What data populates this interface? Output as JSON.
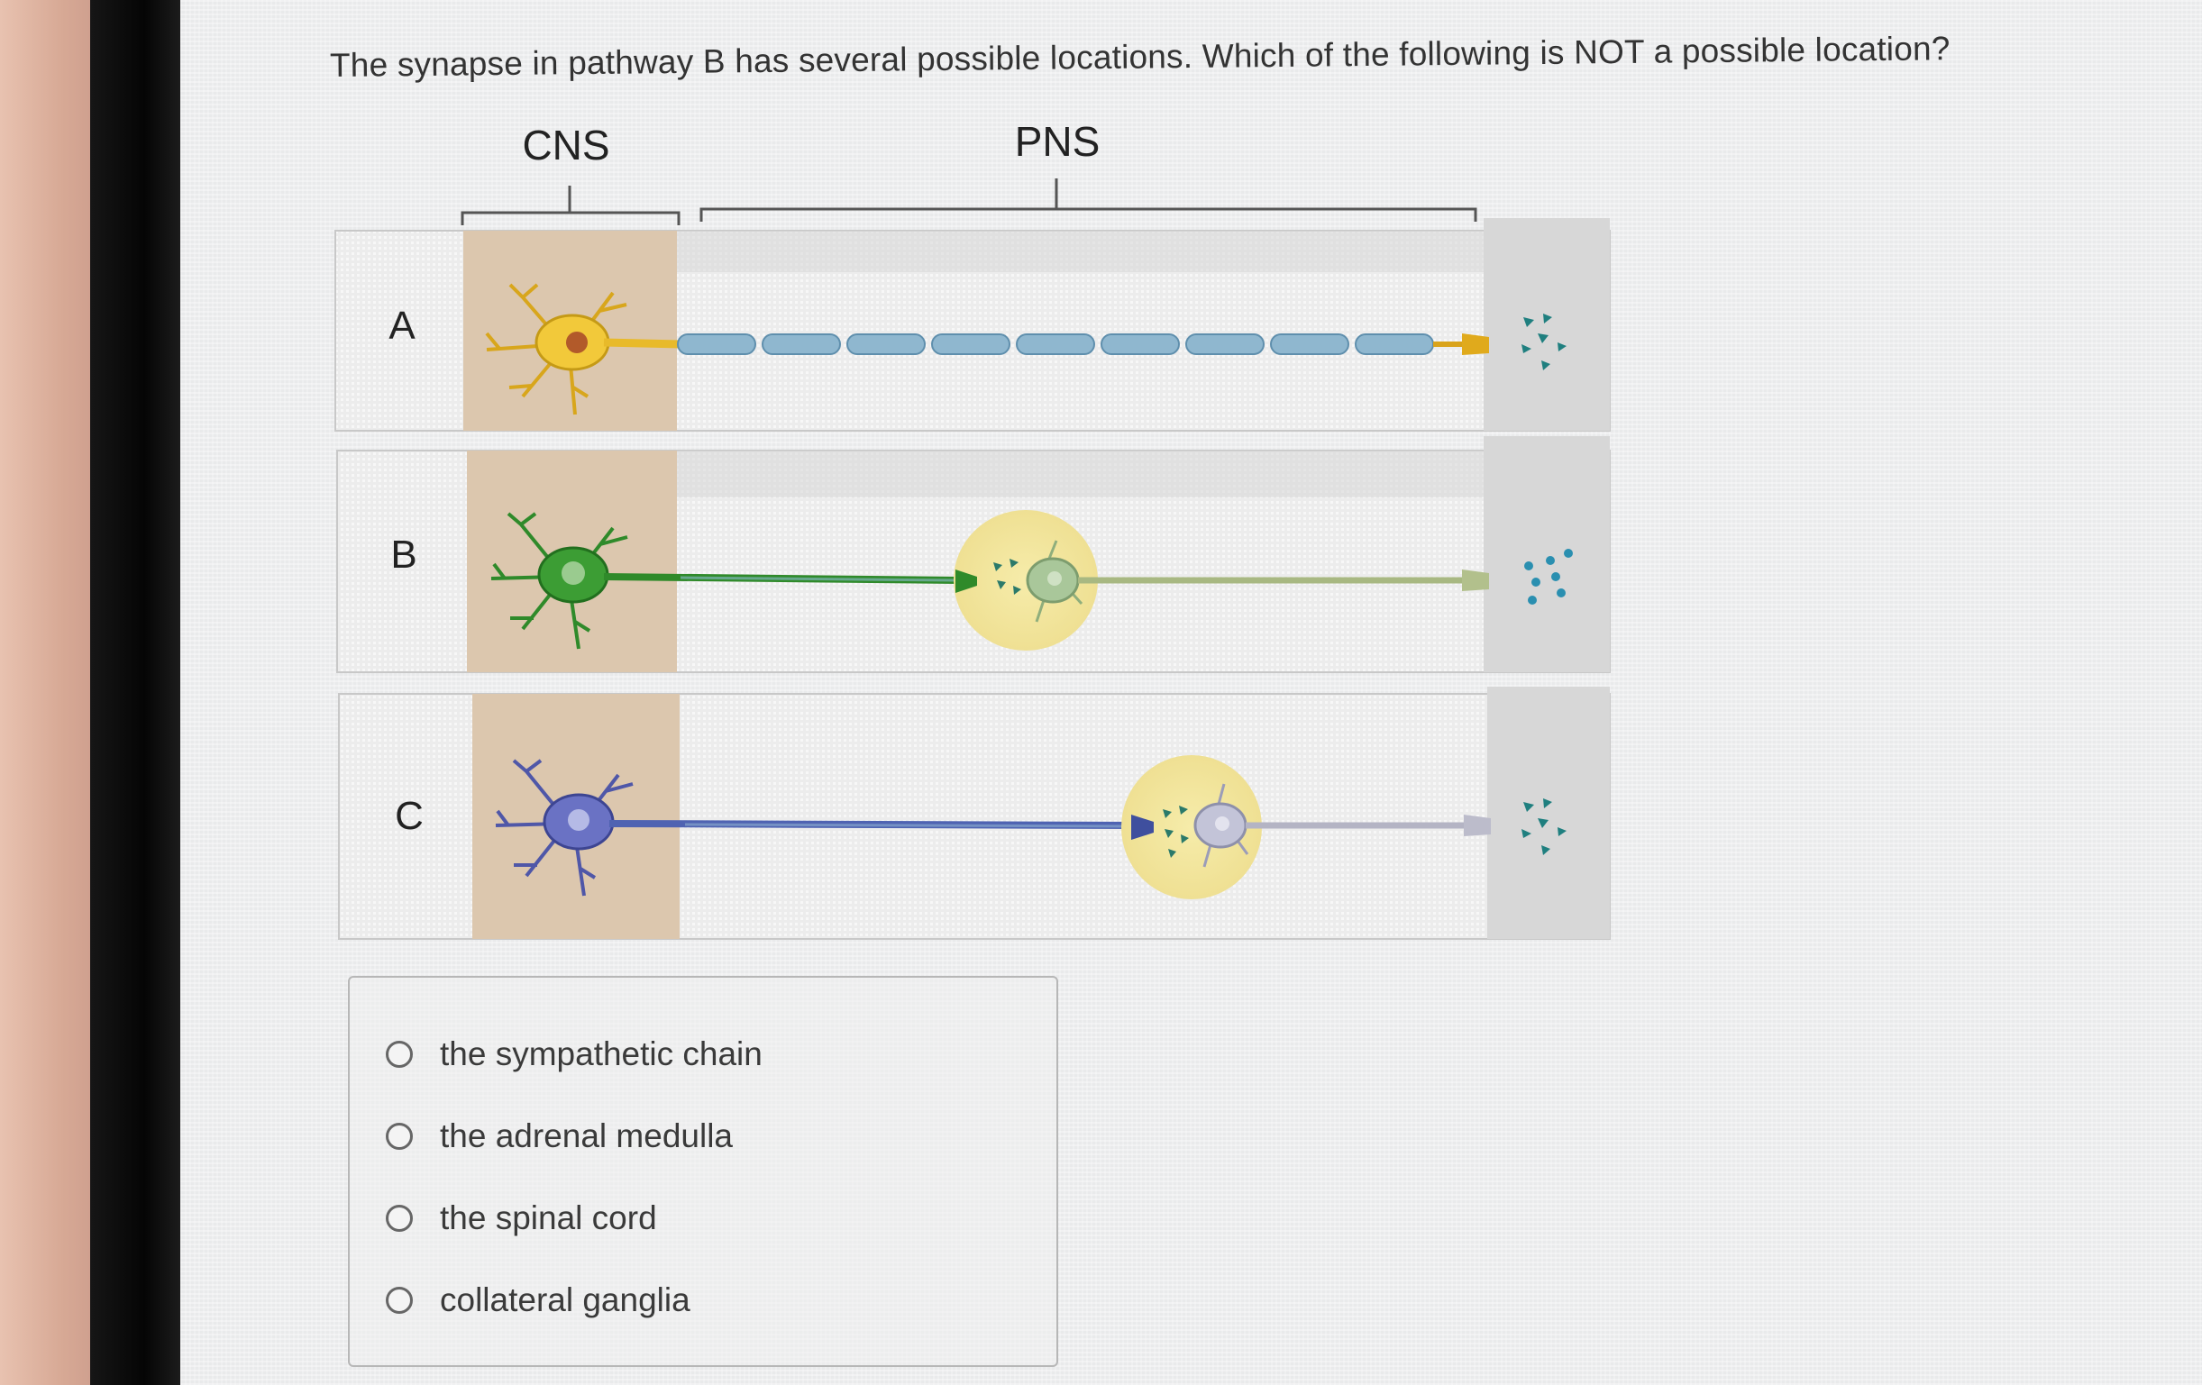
{
  "question": "The synapse in pathway B has several possible locations. Which of the following is NOT a possible location?",
  "figure": {
    "region_labels": [
      "CNS",
      "PNS"
    ],
    "rows": [
      {
        "label": "A",
        "neuron_color": "#e6b823",
        "myelinated": true,
        "ganglion": false,
        "terminal_color": "#d9a31a"
      },
      {
        "label": "B",
        "neuron_color": "#2f8a2a",
        "myelinated": false,
        "ganglion": true,
        "ganglion_neuron_color": "#9bbf86",
        "terminal_color": "#a8b882"
      },
      {
        "label": "C",
        "neuron_color": "#5b63b8",
        "myelinated": false,
        "ganglion": true,
        "ganglion_neuron_color": "#bbbcd2",
        "terminal_color": "#b4b4c4"
      }
    ]
  },
  "options": [
    {
      "label": "the sympathetic chain",
      "selected": false
    },
    {
      "label": "the adrenal medulla",
      "selected": false
    },
    {
      "label": "the spinal cord",
      "selected": false
    },
    {
      "label": "collateral ganglia",
      "selected": false
    }
  ]
}
